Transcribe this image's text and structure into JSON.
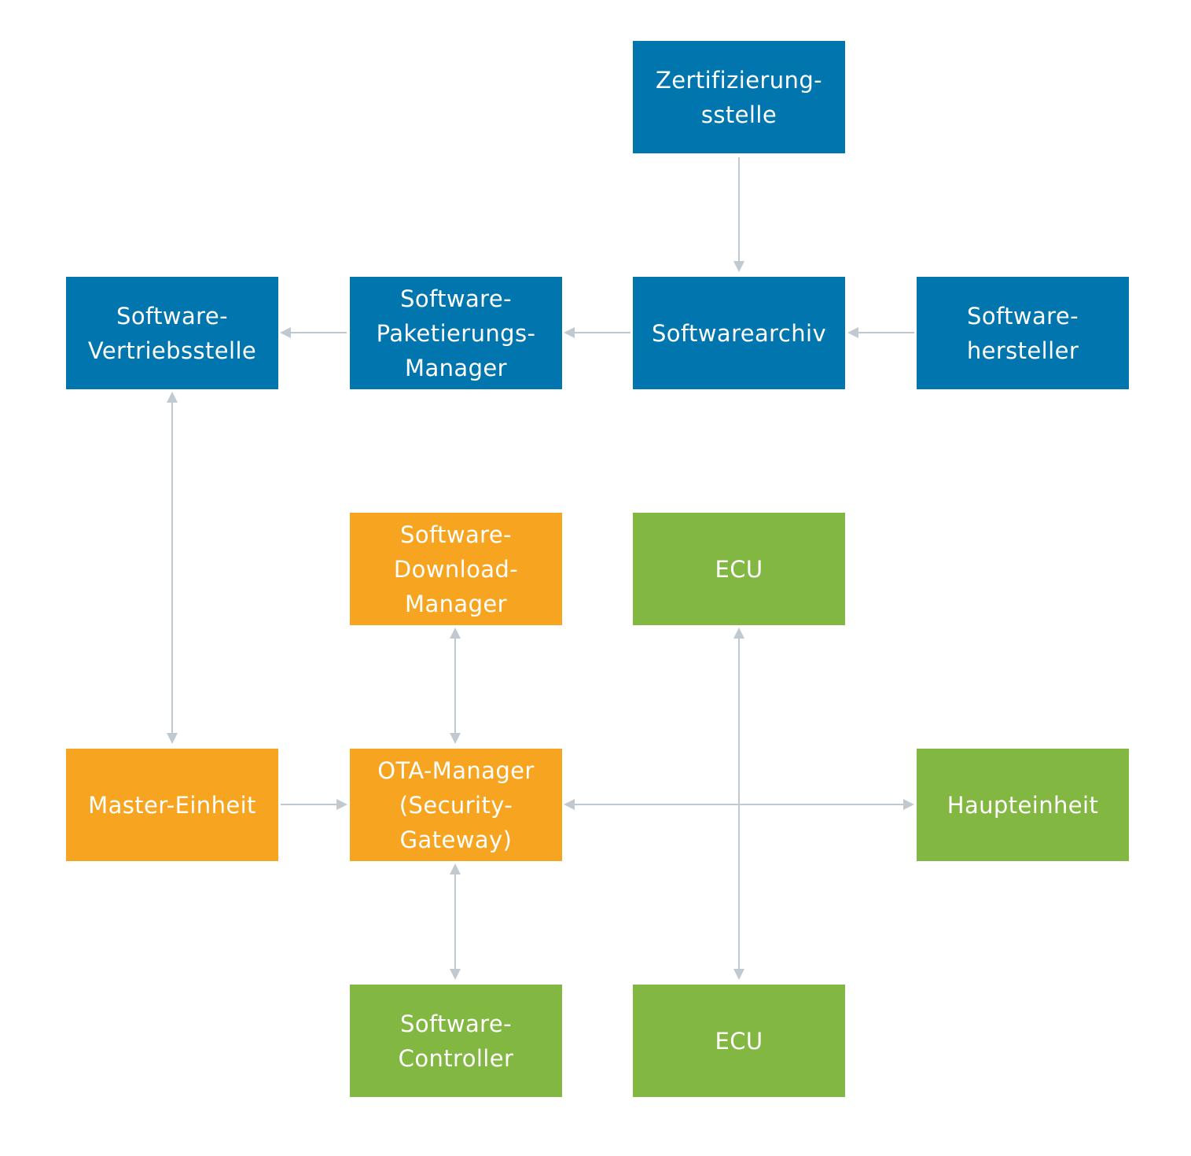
{
  "colors": {
    "blue": "#0075ae",
    "orange": "#f7a520",
    "green": "#82b742",
    "connector": "#c0c8d0",
    "text": "#ffffff"
  },
  "nodes": {
    "zertifizierungsstelle": {
      "label": "Zertifizierung-\nsstelle",
      "color": "blue"
    },
    "vertriebsstelle": {
      "label": "Software-\nVertriebsstelle",
      "color": "blue"
    },
    "paketierungs_manager": {
      "label": "Software-\nPaketierungs-\nManager",
      "color": "blue"
    },
    "softwarearchiv": {
      "label": "Softwarearchiv",
      "color": "blue"
    },
    "softwarehersteller": {
      "label": "Software-\nhersteller",
      "color": "blue"
    },
    "download_manager": {
      "label": "Software-\nDownload-\nManager",
      "color": "orange"
    },
    "ecu_top": {
      "label": "ECU",
      "color": "green"
    },
    "master_einheit": {
      "label": "Master-Einheit",
      "color": "orange"
    },
    "ota_manager": {
      "label": "OTA-Manager\n(Security-\nGateway)",
      "color": "orange"
    },
    "haupteinheit": {
      "label": "Haupteinheit",
      "color": "green"
    },
    "software_controller": {
      "label": "Software-\nController",
      "color": "green"
    },
    "ecu_bottom": {
      "label": "ECU",
      "color": "green"
    }
  },
  "edges": [
    {
      "from": "zertifizierungsstelle",
      "to": "softwarearchiv",
      "direction": "forward"
    },
    {
      "from": "softwarehersteller",
      "to": "softwarearchiv",
      "direction": "forward"
    },
    {
      "from": "softwarearchiv",
      "to": "paketierungs_manager",
      "direction": "forward"
    },
    {
      "from": "paketierungs_manager",
      "to": "vertriebsstelle",
      "direction": "forward"
    },
    {
      "from": "vertriebsstelle",
      "to": "master_einheit",
      "direction": "both"
    },
    {
      "from": "master_einheit",
      "to": "ota_manager",
      "direction": "forward"
    },
    {
      "from": "ota_manager",
      "to": "download_manager",
      "direction": "both"
    },
    {
      "from": "ota_manager",
      "to": "software_controller",
      "direction": "both"
    },
    {
      "from": "ota_manager",
      "to": "haupteinheit",
      "direction": "both"
    },
    {
      "from": "ecu_top",
      "to": "ecu_bottom",
      "direction": "both"
    }
  ]
}
